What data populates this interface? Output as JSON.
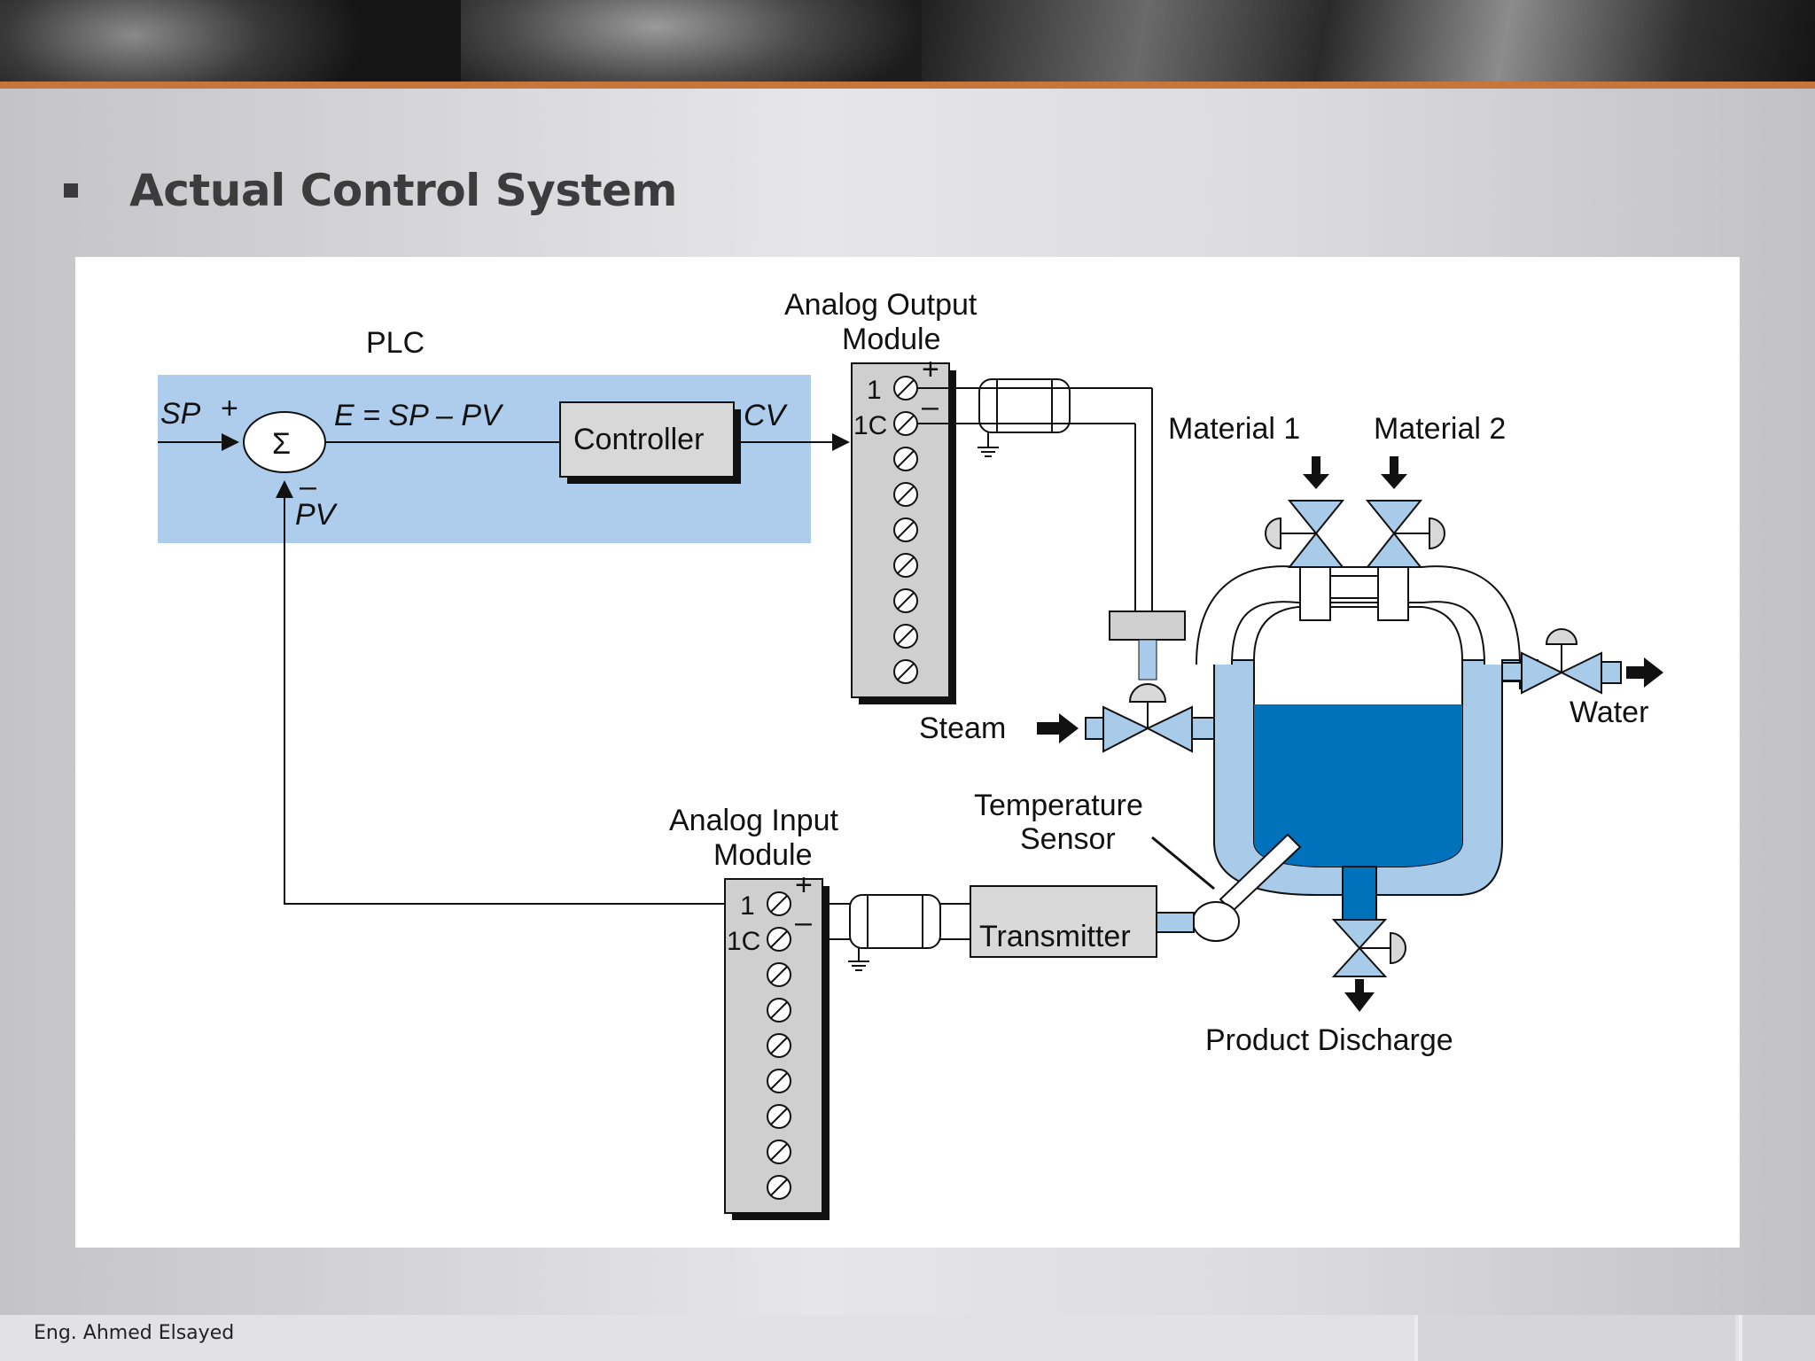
{
  "slide": {
    "title": "Actual Control System",
    "author": "Eng. Ahmed Elsayed"
  },
  "diagram": {
    "plc_label": "PLC",
    "sp": "SP",
    "plus": "+",
    "minus": "–",
    "sigma": "Σ",
    "error_eq": "E = SP – PV",
    "pv": "PV",
    "controller": "Controller",
    "cv": "CV",
    "ao_module_line1": "Analog Output",
    "ao_module_line2": "Module",
    "ai_module_line1": "Analog Input",
    "ai_module_line2": "Module",
    "terminal_1": "1",
    "terminal_1c": "1C",
    "material1": "Material 1",
    "material2": "Material 2",
    "steam": "Steam",
    "water": "Water",
    "temp_sensor_line1": "Temperature",
    "temp_sensor_line2": "Sensor",
    "transmitter": "Transmitter",
    "product_discharge": "Product Discharge",
    "colors": {
      "plc_bg": "#aecdec",
      "pipe": "#a8cbe9",
      "liquid": "#0072bb",
      "module": "#cfcfcf"
    }
  }
}
